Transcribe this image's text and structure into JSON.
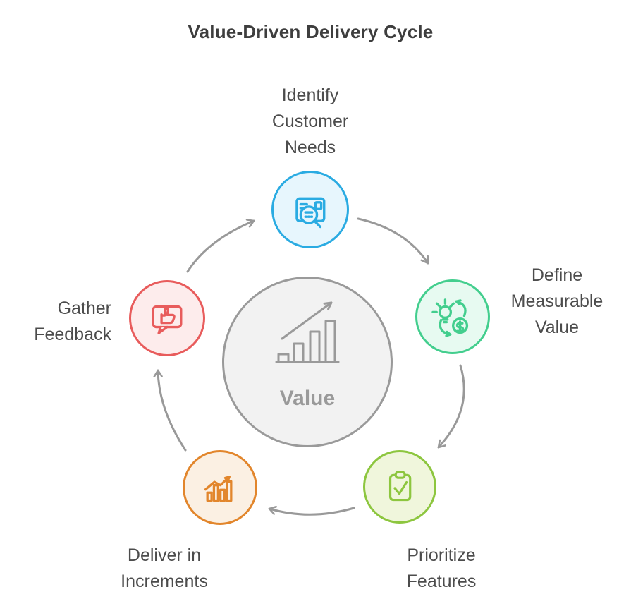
{
  "title": "Value-Driven Delivery Cycle",
  "title_color": "#3e3e3e",
  "label_color": "#4c4c4c",
  "arrow_color": "#999999",
  "center": {
    "label": "Value",
    "color": "#9a9a9a",
    "fill": "#f2f2f2",
    "icon": "growth-bars-arrow-icon"
  },
  "nodes": [
    {
      "id": "identify-customer-needs",
      "label": "Identify\nCustomer\nNeeds",
      "color": "#2aabe2",
      "fill": "#e7f6fd",
      "icon": "search-document-icon"
    },
    {
      "id": "define-measurable-value",
      "label": "Define\nMeasurable\nValue",
      "color": "#43ce8e",
      "fill": "#e7faf1",
      "icon": "idea-to-money-cycle-icon"
    },
    {
      "id": "prioritize-features",
      "label": "Prioritize\nFeatures",
      "color": "#8dc63f",
      "fill": "#f0f6dc",
      "icon": "clipboard-check-icon"
    },
    {
      "id": "deliver-in-increments",
      "label": "Deliver in\nIncrements",
      "color": "#e2862c",
      "fill": "#fbf0e3",
      "icon": "bar-chart-trend-icon"
    },
    {
      "id": "gather-feedback",
      "label": "Gather\nFeedback",
      "color": "#e85c5c",
      "fill": "#fdecec",
      "icon": "thumbs-up-bubble-icon"
    }
  ]
}
